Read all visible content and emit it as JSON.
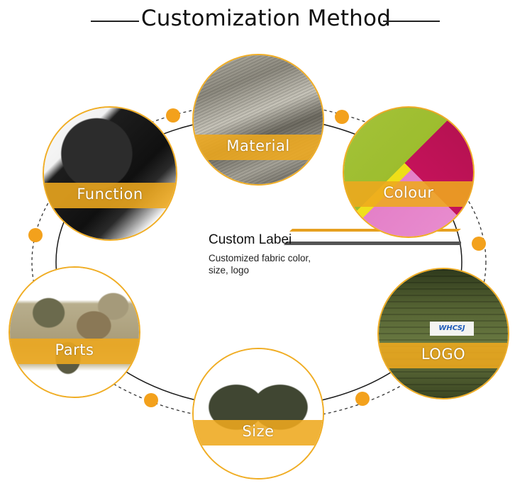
{
  "header": {
    "title": "Customization Method"
  },
  "items": {
    "material": {
      "label": "Material"
    },
    "function": {
      "label": "Function"
    },
    "colour": {
      "label": "Colour"
    },
    "parts": {
      "label": "Parts"
    },
    "logo": {
      "label": "LOGO",
      "patch_text": "WHCSJ"
    },
    "size": {
      "label": "Size"
    }
  },
  "center": {
    "title": "Custom Labei",
    "description": "Customized fabric color, size, logo"
  },
  "colors": {
    "accent": "#f0ad24",
    "band": "#eea81e",
    "dot": "#f3a11c"
  }
}
